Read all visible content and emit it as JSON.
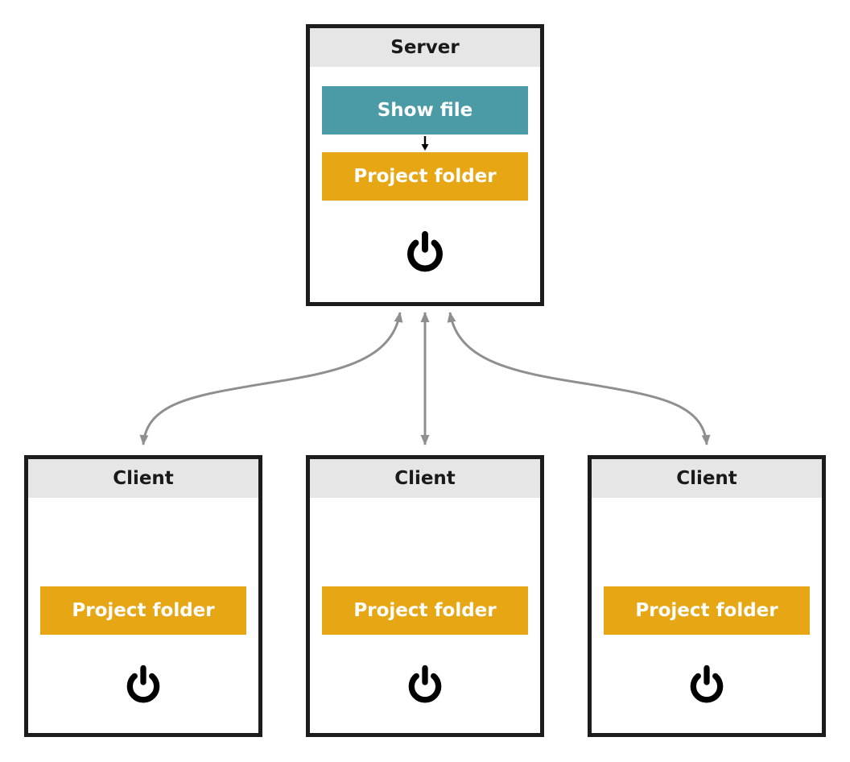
{
  "diagram": {
    "server": {
      "title": "Server",
      "show_file_label": "Show file",
      "project_folder_label": "Project folder",
      "icons": {
        "flow_arrow": "arrow-down-icon",
        "power": "power-icon"
      }
    },
    "clients": [
      {
        "title": "Client",
        "project_folder_label": "Project folder",
        "power_icon": "power-icon"
      },
      {
        "title": "Client",
        "project_folder_label": "Project folder",
        "power_icon": "power-icon"
      },
      {
        "title": "Client",
        "project_folder_label": "Project folder",
        "power_icon": "power-icon"
      }
    ],
    "connections": [
      {
        "from": "server",
        "to": "client-1",
        "bidirectional": true
      },
      {
        "from": "server",
        "to": "client-2",
        "bidirectional": true
      },
      {
        "from": "server",
        "to": "client-3",
        "bidirectional": true
      }
    ],
    "colors": {
      "show_file_bg": "#4A9BA6",
      "project_folder_bg": "#E7A614",
      "header_bg": "#E6E6E6",
      "box_border": "#1C1C1C",
      "connector": "#8F8F8F",
      "icon": "#000000"
    }
  }
}
